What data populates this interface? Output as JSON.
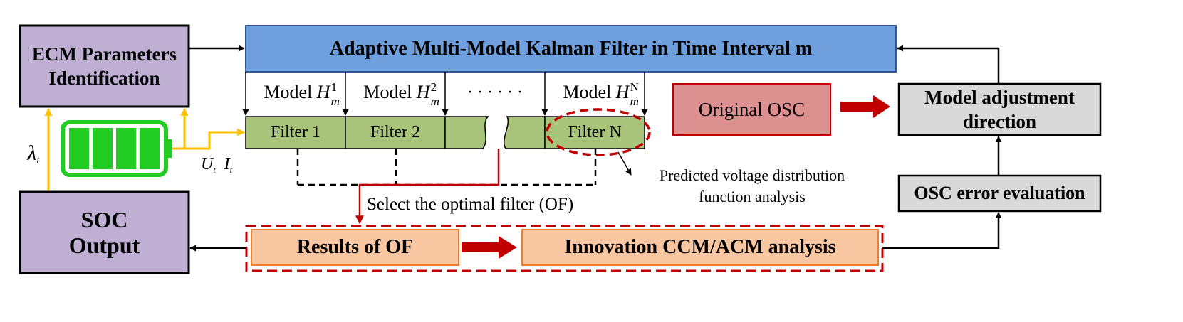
{
  "nodes": {
    "ecm": "ECM Parameters Identification",
    "kalman_header": "Adaptive Multi-Model Kalman Filter in Time Interval m",
    "soc_output": "SOC Output",
    "original_osc": "Original OSC",
    "model_adjust": "Model adjustment direction",
    "osc_error": "OSC error evaluation",
    "results_of": "Results of OF",
    "innovation": "Innovation CCM/ACM analysis"
  },
  "models": [
    {
      "prefix": "Model ",
      "symbol": "H",
      "sup": "1",
      "sub": "m"
    },
    {
      "prefix": "Model ",
      "symbol": "H",
      "sup": "2",
      "sub": "m"
    },
    {
      "prefix": "Model ",
      "symbol": "H",
      "sup": "N",
      "sub": "m"
    }
  ],
  "ellipsis": "· · · · · ·",
  "filters": [
    "Filter 1",
    "Filter 2",
    "Filter N"
  ],
  "annotations": {
    "select_of": "Select the optimal filter (OF)",
    "predicted_line1": "Predicted voltage distribution",
    "predicted_line2": "function analysis"
  },
  "signals": {
    "lambda": "λ",
    "lambda_sub": "t",
    "u": "U",
    "u_sub": "t",
    "i": "I",
    "i_sub": "t"
  },
  "colors": {
    "purple_box": "#bfafd3",
    "blue_header": "#6f9fdc",
    "green_filter": "#a8c47a",
    "pink_box": "#dd9090",
    "gray_box": "#d9d9d9",
    "orange_box": "#f8c6a0",
    "dark_red": "#c00000",
    "yellow_line": "#ffc000",
    "battery_green": "#22cc22"
  }
}
